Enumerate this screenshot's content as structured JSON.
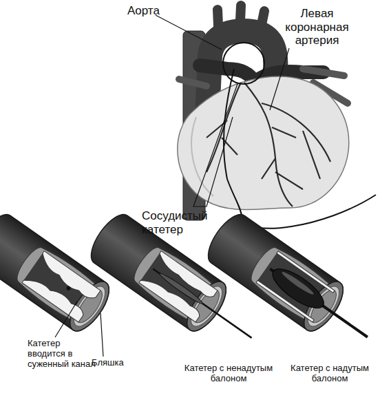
{
  "diagram": {
    "labels": [
      "Аорта",
      "Левая коронарная артерия",
      "Сосудистый катетер",
      "Катетер вводится в суженный канал",
      "Бляшка",
      "Катетер с ненадутым балоном",
      "Катетер с надутым балоном"
    ]
  }
}
